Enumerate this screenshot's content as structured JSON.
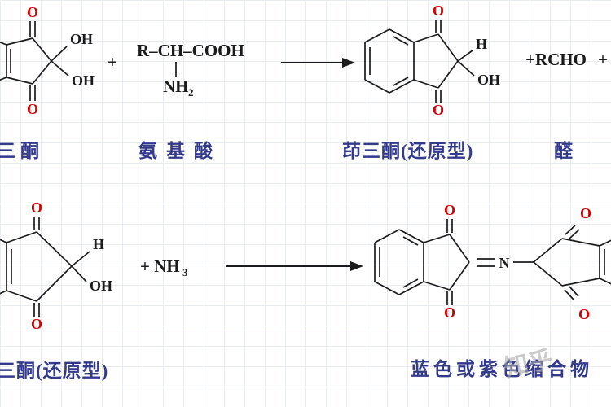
{
  "colors": {
    "bond": "#1b1b1b",
    "oxygen_red": "#d40000",
    "label_blue": "#333a8c",
    "watermark_gray": "#a8a8a8"
  },
  "atoms": {
    "o": "O",
    "oh": "OH",
    "h": "H",
    "n": "N"
  },
  "top": {
    "plus": "+",
    "amino_acid_formula": "R–CH–COOH",
    "amine": "NH",
    "amine_sub": "2",
    "aldehyde_terms": "+RCHO",
    "trailing_plus": "+",
    "labels": {
      "ninhydrin": "三酮",
      "amino_acid": "氨基酸",
      "reduced": "茚三酮(还原型)",
      "aldehyde": "醛"
    }
  },
  "bottom": {
    "ammonia": "+ NH",
    "ammonia_sub": "3",
    "labels": {
      "reduced": "三酮(还原型)",
      "product": "蓝色或紫色缩合物"
    }
  },
  "watermark": "知乎"
}
